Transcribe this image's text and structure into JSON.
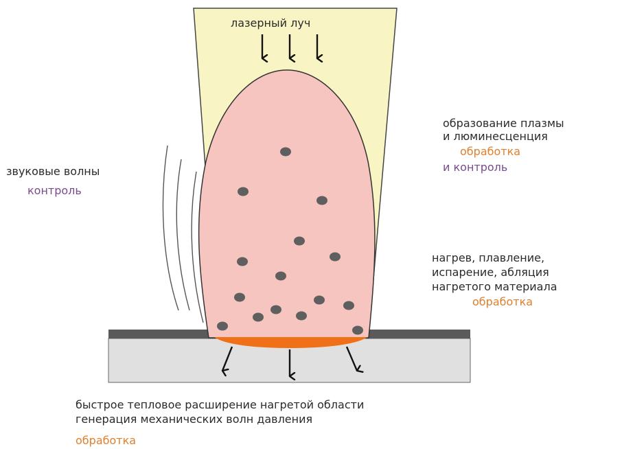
{
  "beam": {
    "label": "лазерный луч"
  },
  "plasma": {
    "line1": "образование плазмы",
    "line2": "и люминесценция",
    "tag1": "обработка",
    "tag2": "и контроль"
  },
  "sound": {
    "label": "звуковые волны",
    "tag": "контроль"
  },
  "heating": {
    "line1": "нагрев, плавление,",
    "line2": "испарение, абляция",
    "line3": "нагретого материала",
    "tag": "обработка"
  },
  "bottom": {
    "line1": "быстрое тепловое расширение нагретой области",
    "line2": "генерация механических волн давления",
    "tag": "обработка"
  },
  "colors": {
    "beam_fill": "#f8f4c4",
    "plume_fill": "#f7c5c0",
    "particle": "#5f5f5f",
    "hot_zone": "#f07018",
    "substrate": "#e0e0e0",
    "surface_layer": "#5a5a5a",
    "orange_text": "#e07f2c",
    "purple_text": "#7a4a8e"
  }
}
